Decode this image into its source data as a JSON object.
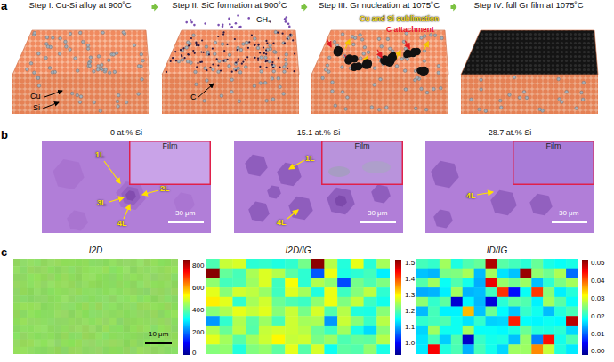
{
  "diagram": {
    "nodes": [
      {
        "text": [
          "Step I: Cu-Si alloy at 900˚C",
          "Cu",
          "Si"
        ]
      },
      {
        "text": [
          "Step II: SiC formation at 900˚C",
          "CH₄",
          "C"
        ]
      },
      {
        "text": [
          "Step III: Gr nucleation at 1075˚C",
          "Cu and Si sublimation",
          "C attachment"
        ]
      },
      {
        "text": [
          "Step IV: full Gr film at 1075˚C"
        ]
      },
      {
        "text": [
          "0 at.% Si",
          "1L",
          "2L",
          "3L",
          "4L",
          "30 μm"
        ]
      },
      {
        "text": [
          "Film"
        ],
        "in": 4
      },
      {
        "text": [
          "15.1 at.% Si",
          "1L",
          "4L",
          "30 μm"
        ]
      },
      {
        "text": [
          "Film"
        ],
        "in": 6
      },
      {
        "text": [
          "28.7 at.% Si",
          "4L",
          "30 μm"
        ]
      },
      {
        "text": [
          "Film"
        ],
        "in": 8
      },
      {
        "text": [
          "I2D",
          "10 μm"
        ]
      },
      {
        "text": [
          "I2D/IG"
        ]
      },
      {
        "text": [
          "ID/IG"
        ]
      }
    ],
    "edges": [
      {
        "from": 0,
        "to": 1,
        "arrow": "to"
      },
      {
        "from": 1,
        "to": 2,
        "arrow": "to"
      },
      {
        "from": 2,
        "to": 3,
        "arrow": "to"
      }
    ],
    "labels": [
      "a",
      "b",
      "c",
      "800",
      "600",
      "400",
      "200",
      "0",
      "1.5",
      "1.4",
      "1.3",
      "1.2",
      "1.1",
      "1.0",
      "0.05",
      "0.04",
      "0.03",
      "0.02",
      "0.01",
      "0.00"
    ]
  }
}
